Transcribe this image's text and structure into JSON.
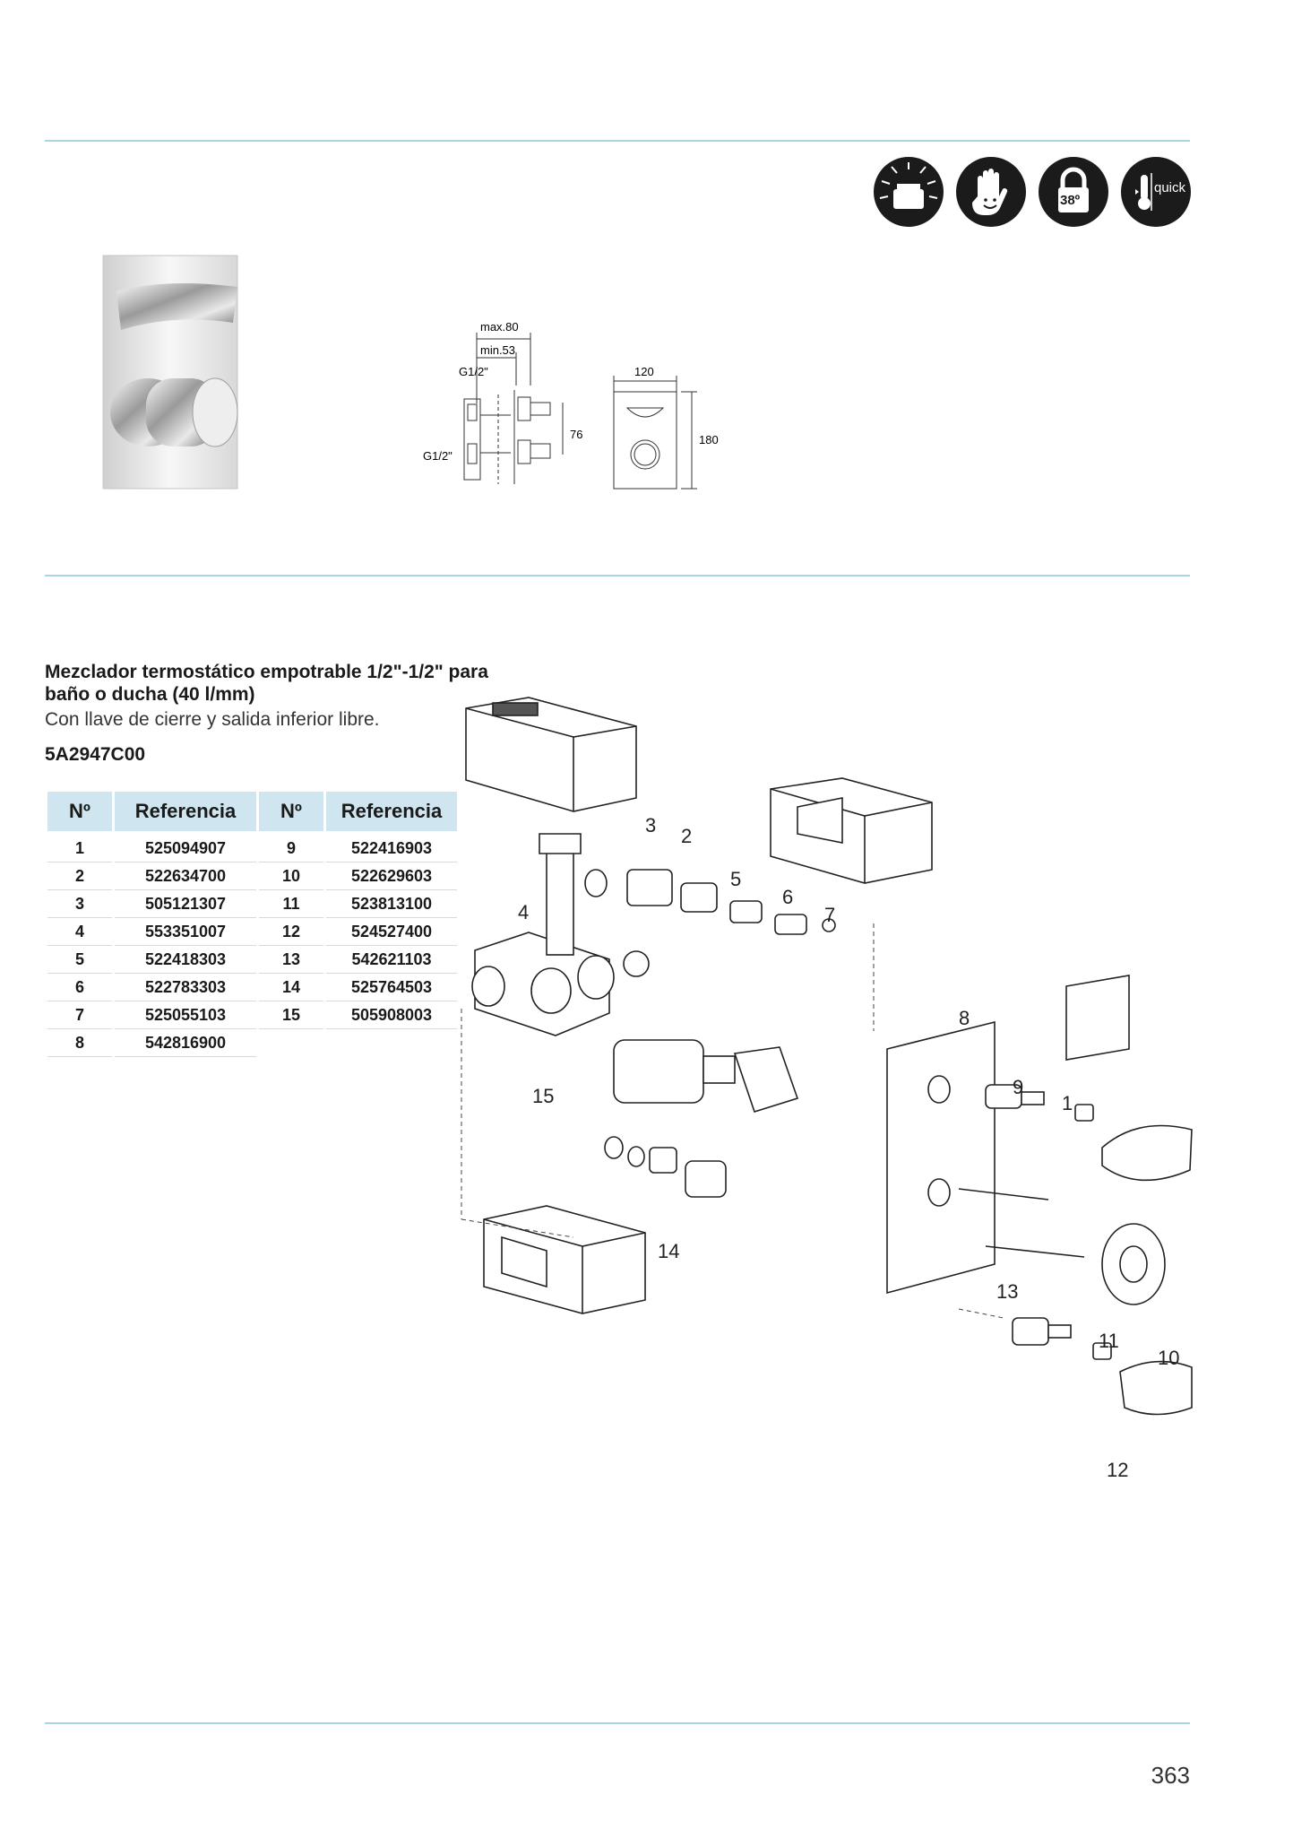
{
  "header": {
    "feature_icons": [
      {
        "name": "anti-scald-icon",
        "label": ""
      },
      {
        "name": "safety-hand-icon",
        "label": ""
      },
      {
        "name": "temperature-lock-icon",
        "label": "38º"
      },
      {
        "name": "quick-thermometer-icon",
        "label": "quick"
      }
    ]
  },
  "dimensions": {
    "max": "max.80",
    "min": "min.53",
    "inlet_top": "G1/2\"",
    "inlet_bottom": "G1/2\"",
    "height_76": "76",
    "width_120": "120",
    "height_180": "180"
  },
  "product": {
    "title": "Mezclador termostático empotrable 1/2\"-1/2\" para baño o ducha (40 l/mm)",
    "subtitle": "Con llave de cierre y salida inferior libre.",
    "code": "5A2947C00"
  },
  "parts_table": {
    "headers": [
      "Nº",
      "Referencia",
      "Nº",
      "Referencia"
    ],
    "rows": [
      [
        "1",
        "525094907",
        "9",
        "522416903"
      ],
      [
        "2",
        "522634700",
        "10",
        "522629603"
      ],
      [
        "3",
        "505121307",
        "11",
        "523813100"
      ],
      [
        "4",
        "553351007",
        "12",
        "524527400"
      ],
      [
        "5",
        "522418303",
        "13",
        "542621103"
      ],
      [
        "6",
        "522783303",
        "14",
        "525764503"
      ],
      [
        "7",
        "525055103",
        "15",
        "505908003"
      ],
      [
        "8",
        "542816900",
        "",
        ""
      ]
    ]
  },
  "exploded_labels": [
    "1",
    "2",
    "3",
    "4",
    "5",
    "6",
    "7",
    "8",
    "9",
    "10",
    "11",
    "12",
    "13",
    "14",
    "15"
  ],
  "page_number": "363"
}
